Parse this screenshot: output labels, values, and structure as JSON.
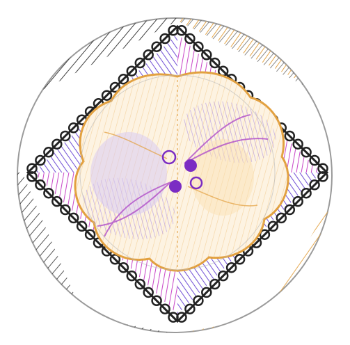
{
  "image": {
    "kind": "colored-pencil-mandala-drawing",
    "colors": {
      "background": "#ffffff",
      "outline_gray": "#8f8f8f",
      "black_hatch": "#2a2a2a",
      "orange_hatch": "#e2a03f",
      "purple": "#7554d6",
      "magenta": "#c94ac8",
      "cream": "#fbe7c5",
      "lavender": "#b99fe6",
      "center_dot": "#7b2cc3"
    },
    "motifs": [
      "outer-circle",
      "radial-hatching",
      "scalloped-square",
      "four-colored-quadrants",
      "flower-center",
      "four-dots"
    ]
  }
}
